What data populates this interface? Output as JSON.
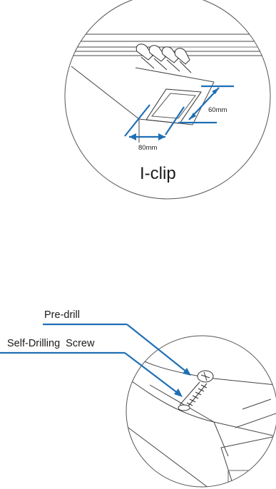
{
  "diagram": {
    "top_panel": {
      "title": "I-clip",
      "dim_width": "80mm",
      "dim_height": "60mm"
    },
    "bottom_panel": {
      "callout_top": "Pre-drill",
      "callout_bottom": "Self-Drilling  Screw"
    },
    "colors": {
      "dimension_line": "#1f6fb5",
      "outline": "#333333",
      "background": "#ffffff"
    }
  }
}
